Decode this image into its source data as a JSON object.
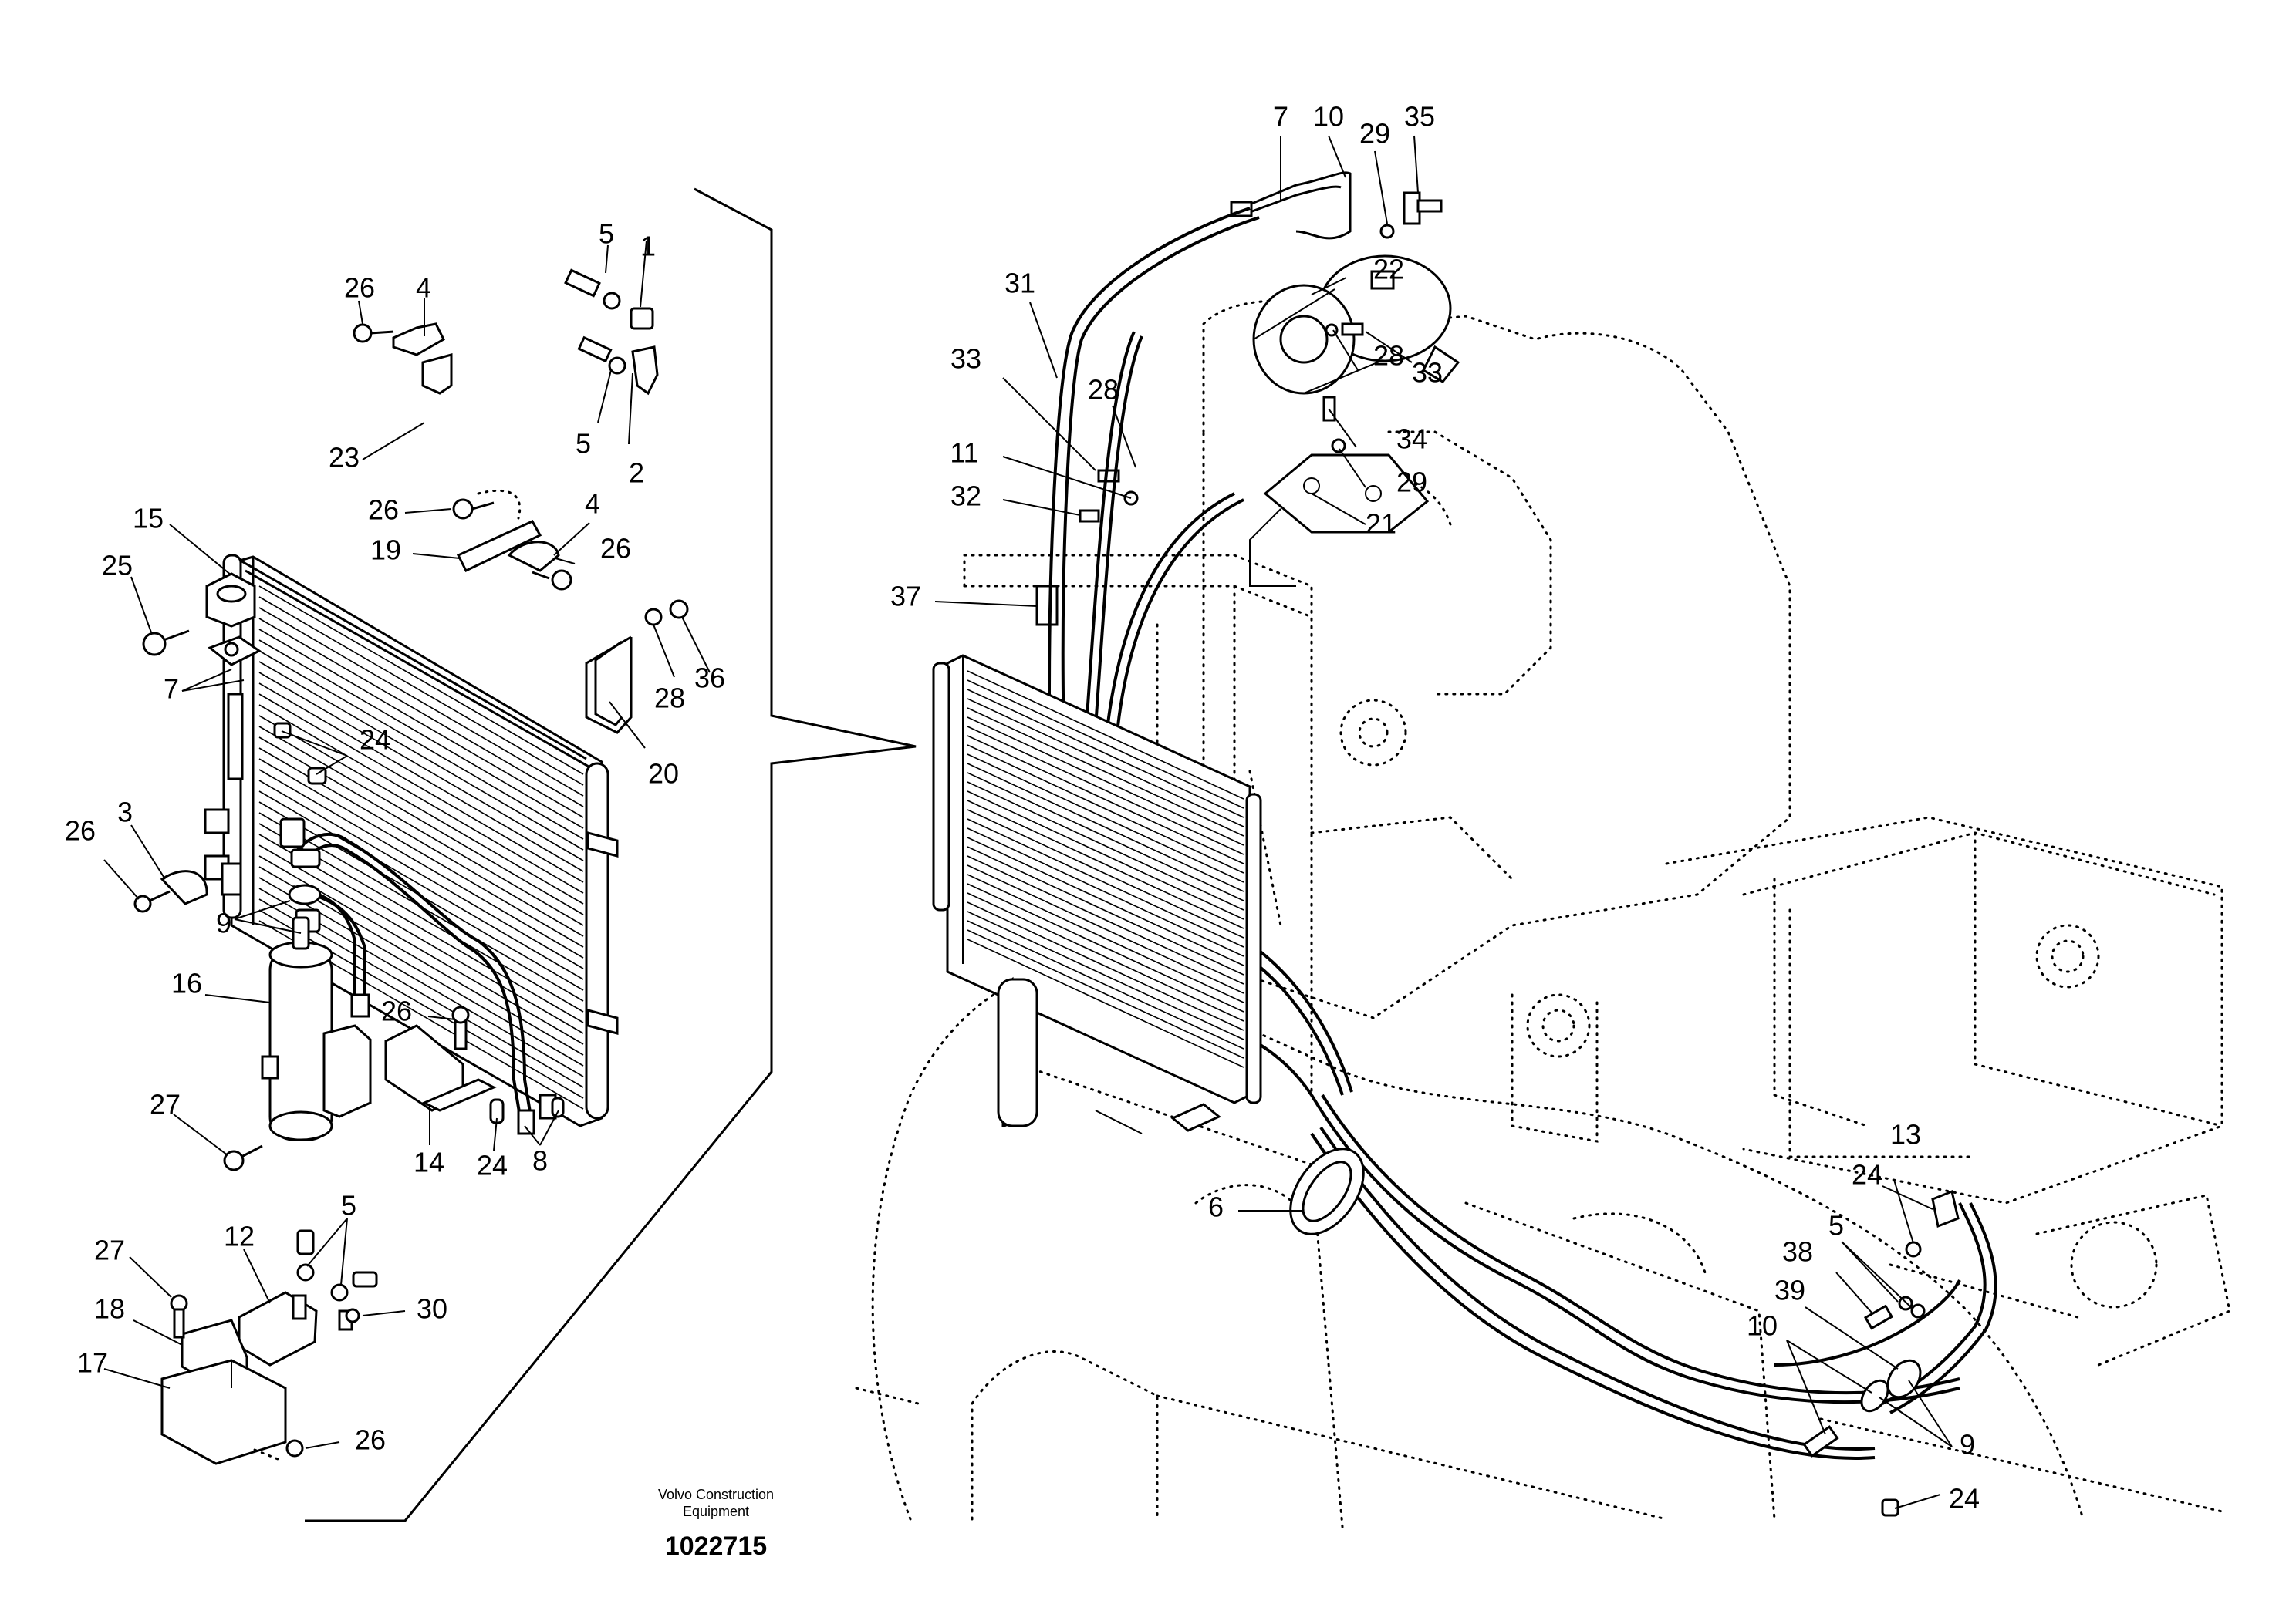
{
  "labels": {
    "l1": "1",
    "l2": "2",
    "l3": "3",
    "l4a": "4",
    "l4b": "4",
    "l5a": "5",
    "l5b": "5",
    "l5c": "5",
    "l5d": "5",
    "l6": "6",
    "l7a": "7",
    "l7b": "7",
    "l8": "8",
    "l9a": "9",
    "l9b": "9",
    "l10a": "10",
    "l10b": "10",
    "l11": "11",
    "l12": "12",
    "l13": "13",
    "l14": "14",
    "l15": "15",
    "l16": "16",
    "l17": "17",
    "l18": "18",
    "l19": "19",
    "l20": "20",
    "l21": "21",
    "l22": "22",
    "l23": "23",
    "l24a": "24",
    "l24b": "24",
    "l24c": "24",
    "l24d": "24",
    "l25": "25",
    "l26a": "26",
    "l26b": "26",
    "l26c": "26",
    "l26d": "26",
    "l26e": "26",
    "l26f": "26",
    "l27a": "27",
    "l27b": "27",
    "l28a": "28",
    "l28b": "28",
    "l28c": "28",
    "l29a": "29",
    "l29b": "29",
    "l30": "30",
    "l31": "31",
    "l32": "32",
    "l33a": "33",
    "l33b": "33",
    "l34": "34",
    "l35": "35",
    "l36": "36",
    "l37": "37",
    "l38": "38",
    "l39": "39"
  },
  "footer": {
    "company_line1": "Volvo Construction",
    "company_line2": "Equipment",
    "document_number": "1022715"
  }
}
